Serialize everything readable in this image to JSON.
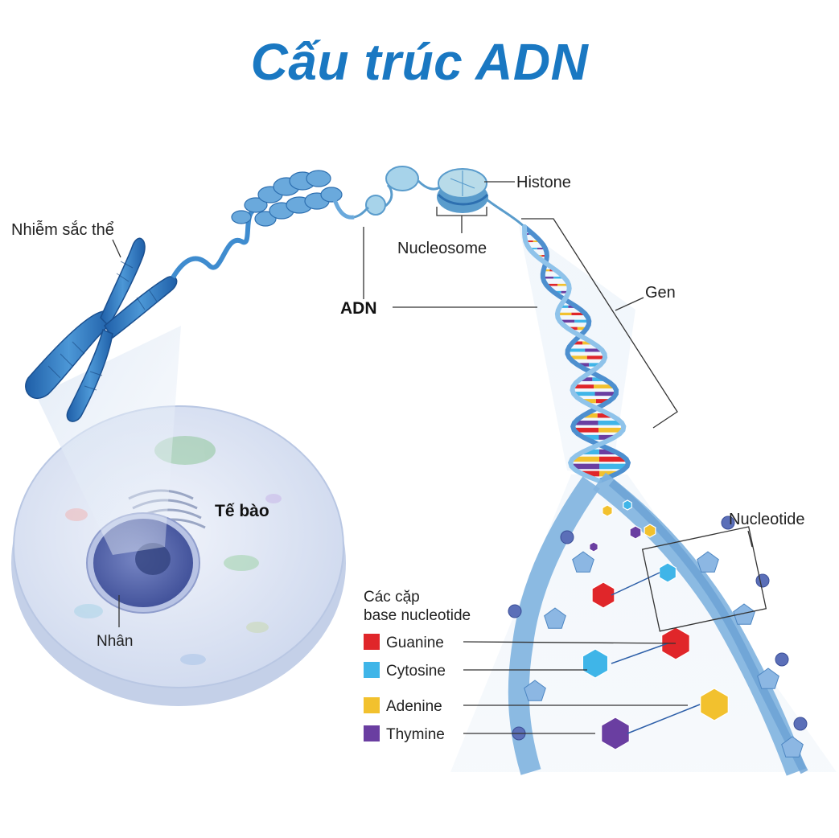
{
  "title": "Cấu trúc ADN",
  "labels": {
    "chromosome": "Nhiễm sắc thể",
    "histone": "Histone",
    "nucleosome": "Nucleosome",
    "adn": "ADN",
    "gene": "Gen",
    "cell": "Tế bào",
    "nucleus": "Nhân",
    "nucleotide": "Nucleotide"
  },
  "legend": {
    "heading_line1": "Các cặp",
    "heading_line2": "base nucleotide",
    "items": [
      {
        "label": "Guanine",
        "color": "#e0262a"
      },
      {
        "label": "Cytosine",
        "color": "#3fb5e8"
      },
      {
        "label": "Adenine",
        "color": "#f2c12e"
      },
      {
        "label": "Thymine",
        "color": "#6a3ea1"
      }
    ]
  },
  "colors": {
    "title": "#1a78c2",
    "dna_backbone": "#5a96cc",
    "chromosome": "#2d78c0",
    "cell": "#dde5f4",
    "nucleus": "#5c6fb3"
  }
}
